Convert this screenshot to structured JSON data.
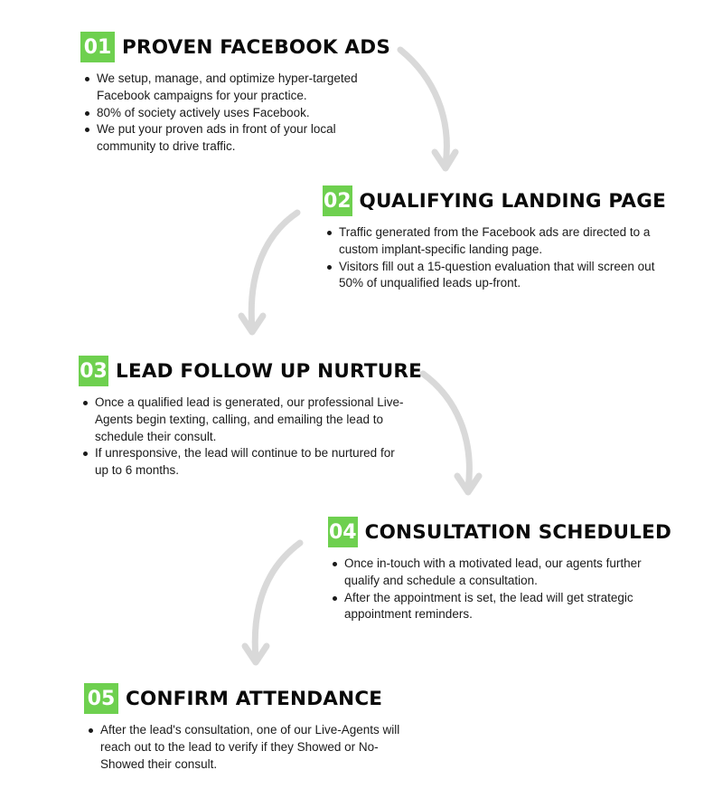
{
  "colors": {
    "accent": "#6ed04f",
    "arrow": "#d9d9d9",
    "text": "#1a1a1a"
  },
  "steps": [
    {
      "number": "01",
      "title": "PROVEN FACEBOOK ADS",
      "bullets": [
        "We setup, manage, and optimize hyper-targeted Facebook campaigns for your practice.",
        "80% of society actively uses Facebook.",
        "We put your proven ads in front of your local community to drive traffic."
      ]
    },
    {
      "number": "02",
      "title": "QUALIFYING LANDING PAGE",
      "bullets": [
        "Traffic generated from the Facebook ads are directed to a custom implant-specific landing page.",
        "Visitors fill out a 15-question evaluation that will screen out 50% of unqualified leads up-front."
      ]
    },
    {
      "number": "03",
      "title": "LEAD FOLLOW UP NURTURE",
      "bullets": [
        "Once a qualified lead is generated, our professional Live-Agents begin texting, calling, and emailing the lead to schedule their consult.",
        "If unresponsive, the lead will continue to be nurtured for up to 6 months."
      ]
    },
    {
      "number": "04",
      "title": "CONSULTATION SCHEDULED",
      "bullets": [
        "Once in-touch with a motivated lead, our agents further qualify and schedule a consultation.",
        "After the appointment is set, the lead will get strategic appointment reminders."
      ]
    },
    {
      "number": "05",
      "title": "CONFIRM ATTENDANCE",
      "bullets": [
        "After the lead's consultation, one of our Live-Agents will reach out to the lead to verify if they Showed or No-Showed their consult."
      ]
    }
  ]
}
